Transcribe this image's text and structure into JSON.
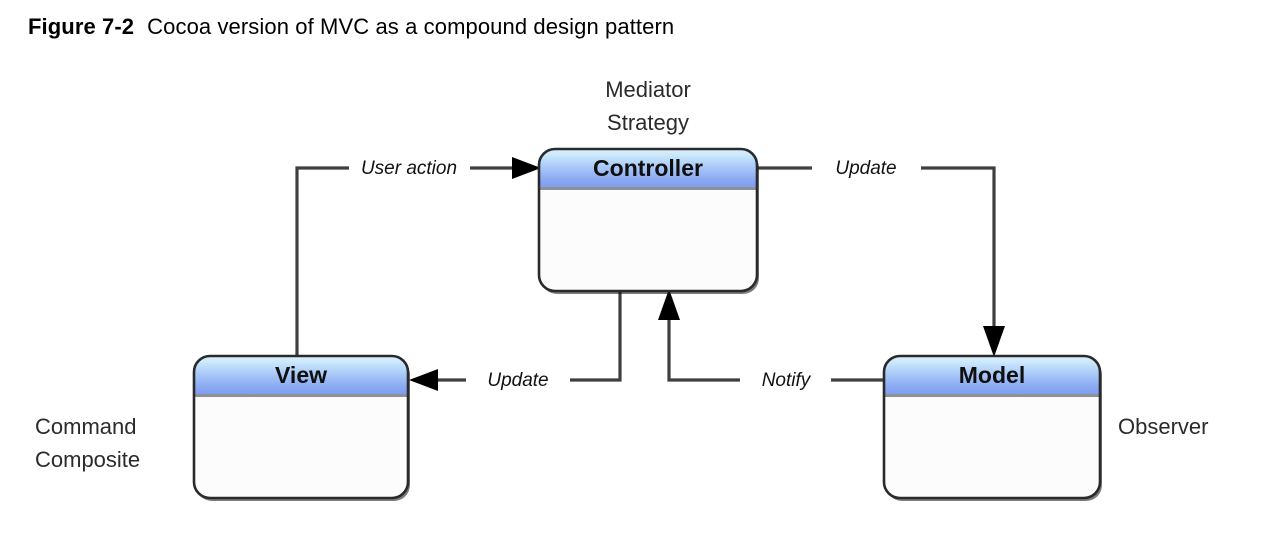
{
  "figure": {
    "label": "Figure 7-2",
    "caption": "Cocoa version of MVC as a compound design pattern"
  },
  "diagram": {
    "type": "compound-design-pattern",
    "nodes": [
      {
        "id": "controller",
        "title": "Controller",
        "pattern_labels": [
          "Mediator",
          "Strategy"
        ],
        "pattern_position": "above"
      },
      {
        "id": "view",
        "title": "View",
        "pattern_labels": [
          "Command",
          "Composite"
        ],
        "pattern_position": "left"
      },
      {
        "id": "model",
        "title": "Model",
        "pattern_labels": [
          "Observer"
        ],
        "pattern_position": "right"
      }
    ],
    "edges": [
      {
        "id": "user-action",
        "label": "User action",
        "from": "view",
        "to": "controller"
      },
      {
        "id": "update-model",
        "label": "Update",
        "from": "controller",
        "to": "model"
      },
      {
        "id": "notify",
        "label": "Notify",
        "from": "model",
        "to": "controller"
      },
      {
        "id": "update-view",
        "label": "Update",
        "from": "controller",
        "to": "view"
      }
    ]
  },
  "pattern_text": {
    "mediator": "Mediator",
    "strategy": "Strategy",
    "command": "Command",
    "composite": "Composite",
    "observer": "Observer"
  },
  "edge_text": {
    "user_action": "User action",
    "update_model": "Update",
    "notify": "Notify",
    "update_view": "Update"
  },
  "node_text": {
    "controller": "Controller",
    "view": "View",
    "model": "Model"
  },
  "colors": {
    "header_gradient_top": "#d9effd",
    "header_gradient_bottom": "#7f9ff0",
    "body_fill": "#fdfcfd",
    "border": "#2a2a2a",
    "connector": "#3f3f3f",
    "text": "#101010",
    "background": "#ffffff"
  }
}
